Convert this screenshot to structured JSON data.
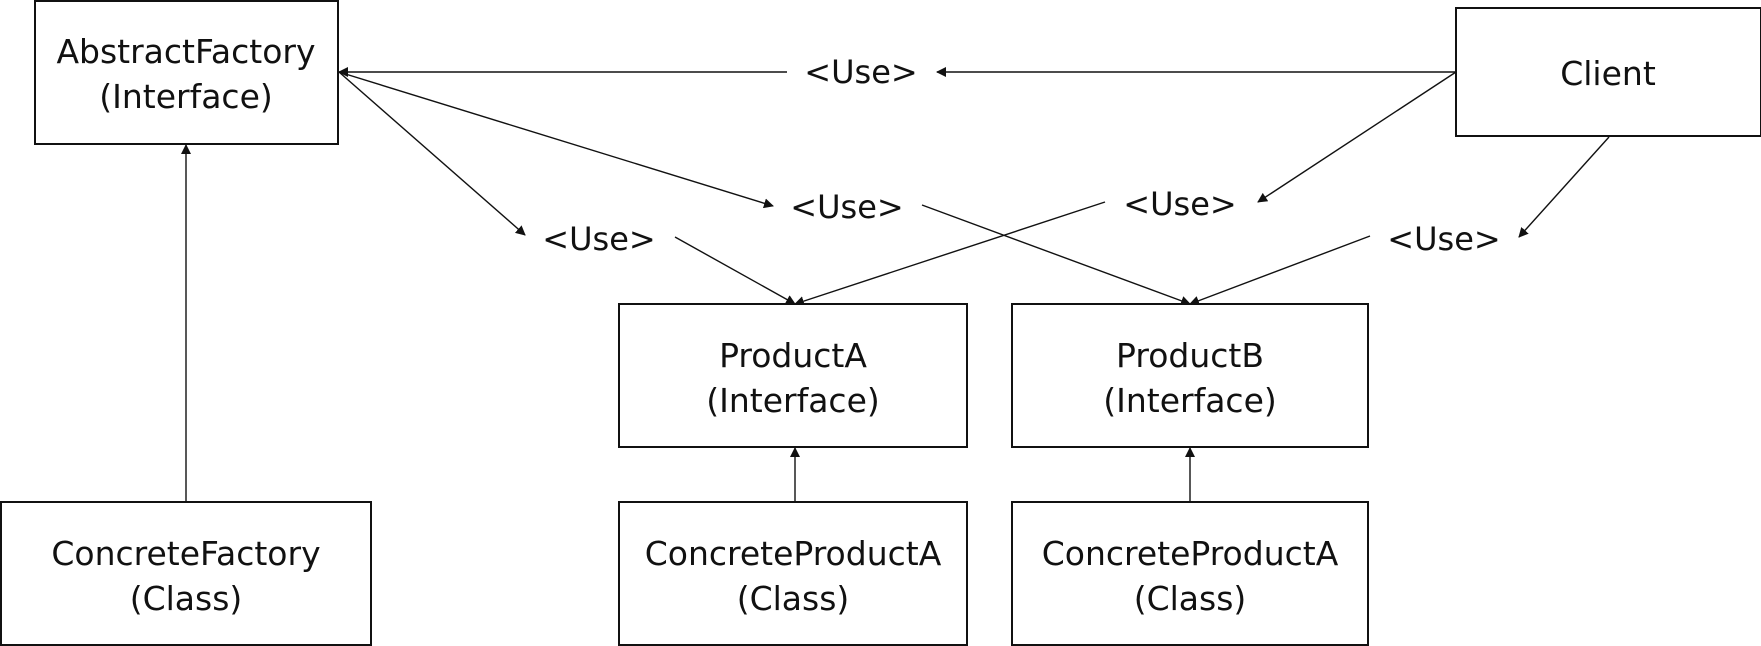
{
  "nodes": {
    "abstract_factory": {
      "name": "AbstractFactory",
      "kind": "(Interface)"
    },
    "client": {
      "name": "Client"
    },
    "product_a": {
      "name": "ProductA",
      "kind": "(Interface)"
    },
    "product_b": {
      "name": "ProductB",
      "kind": "(Interface)"
    },
    "concrete_factory": {
      "name": "ConcreteFactory",
      "kind": "(Class)"
    },
    "concrete_product_a": {
      "name": "ConcreteProductA",
      "kind": "(Class)"
    },
    "concrete_product_b": {
      "name": "ConcreteProductA",
      "kind": "(Class)"
    }
  },
  "edge_labels": {
    "client_to_factory": "<Use>",
    "factory_to_product_a": "<Use>",
    "factory_to_product_b": "<Use>",
    "client_to_product_a": "<Use>",
    "client_to_product_b": "<Use>"
  },
  "colors": {
    "line": "#111111",
    "box_fill": "#ffffff"
  }
}
